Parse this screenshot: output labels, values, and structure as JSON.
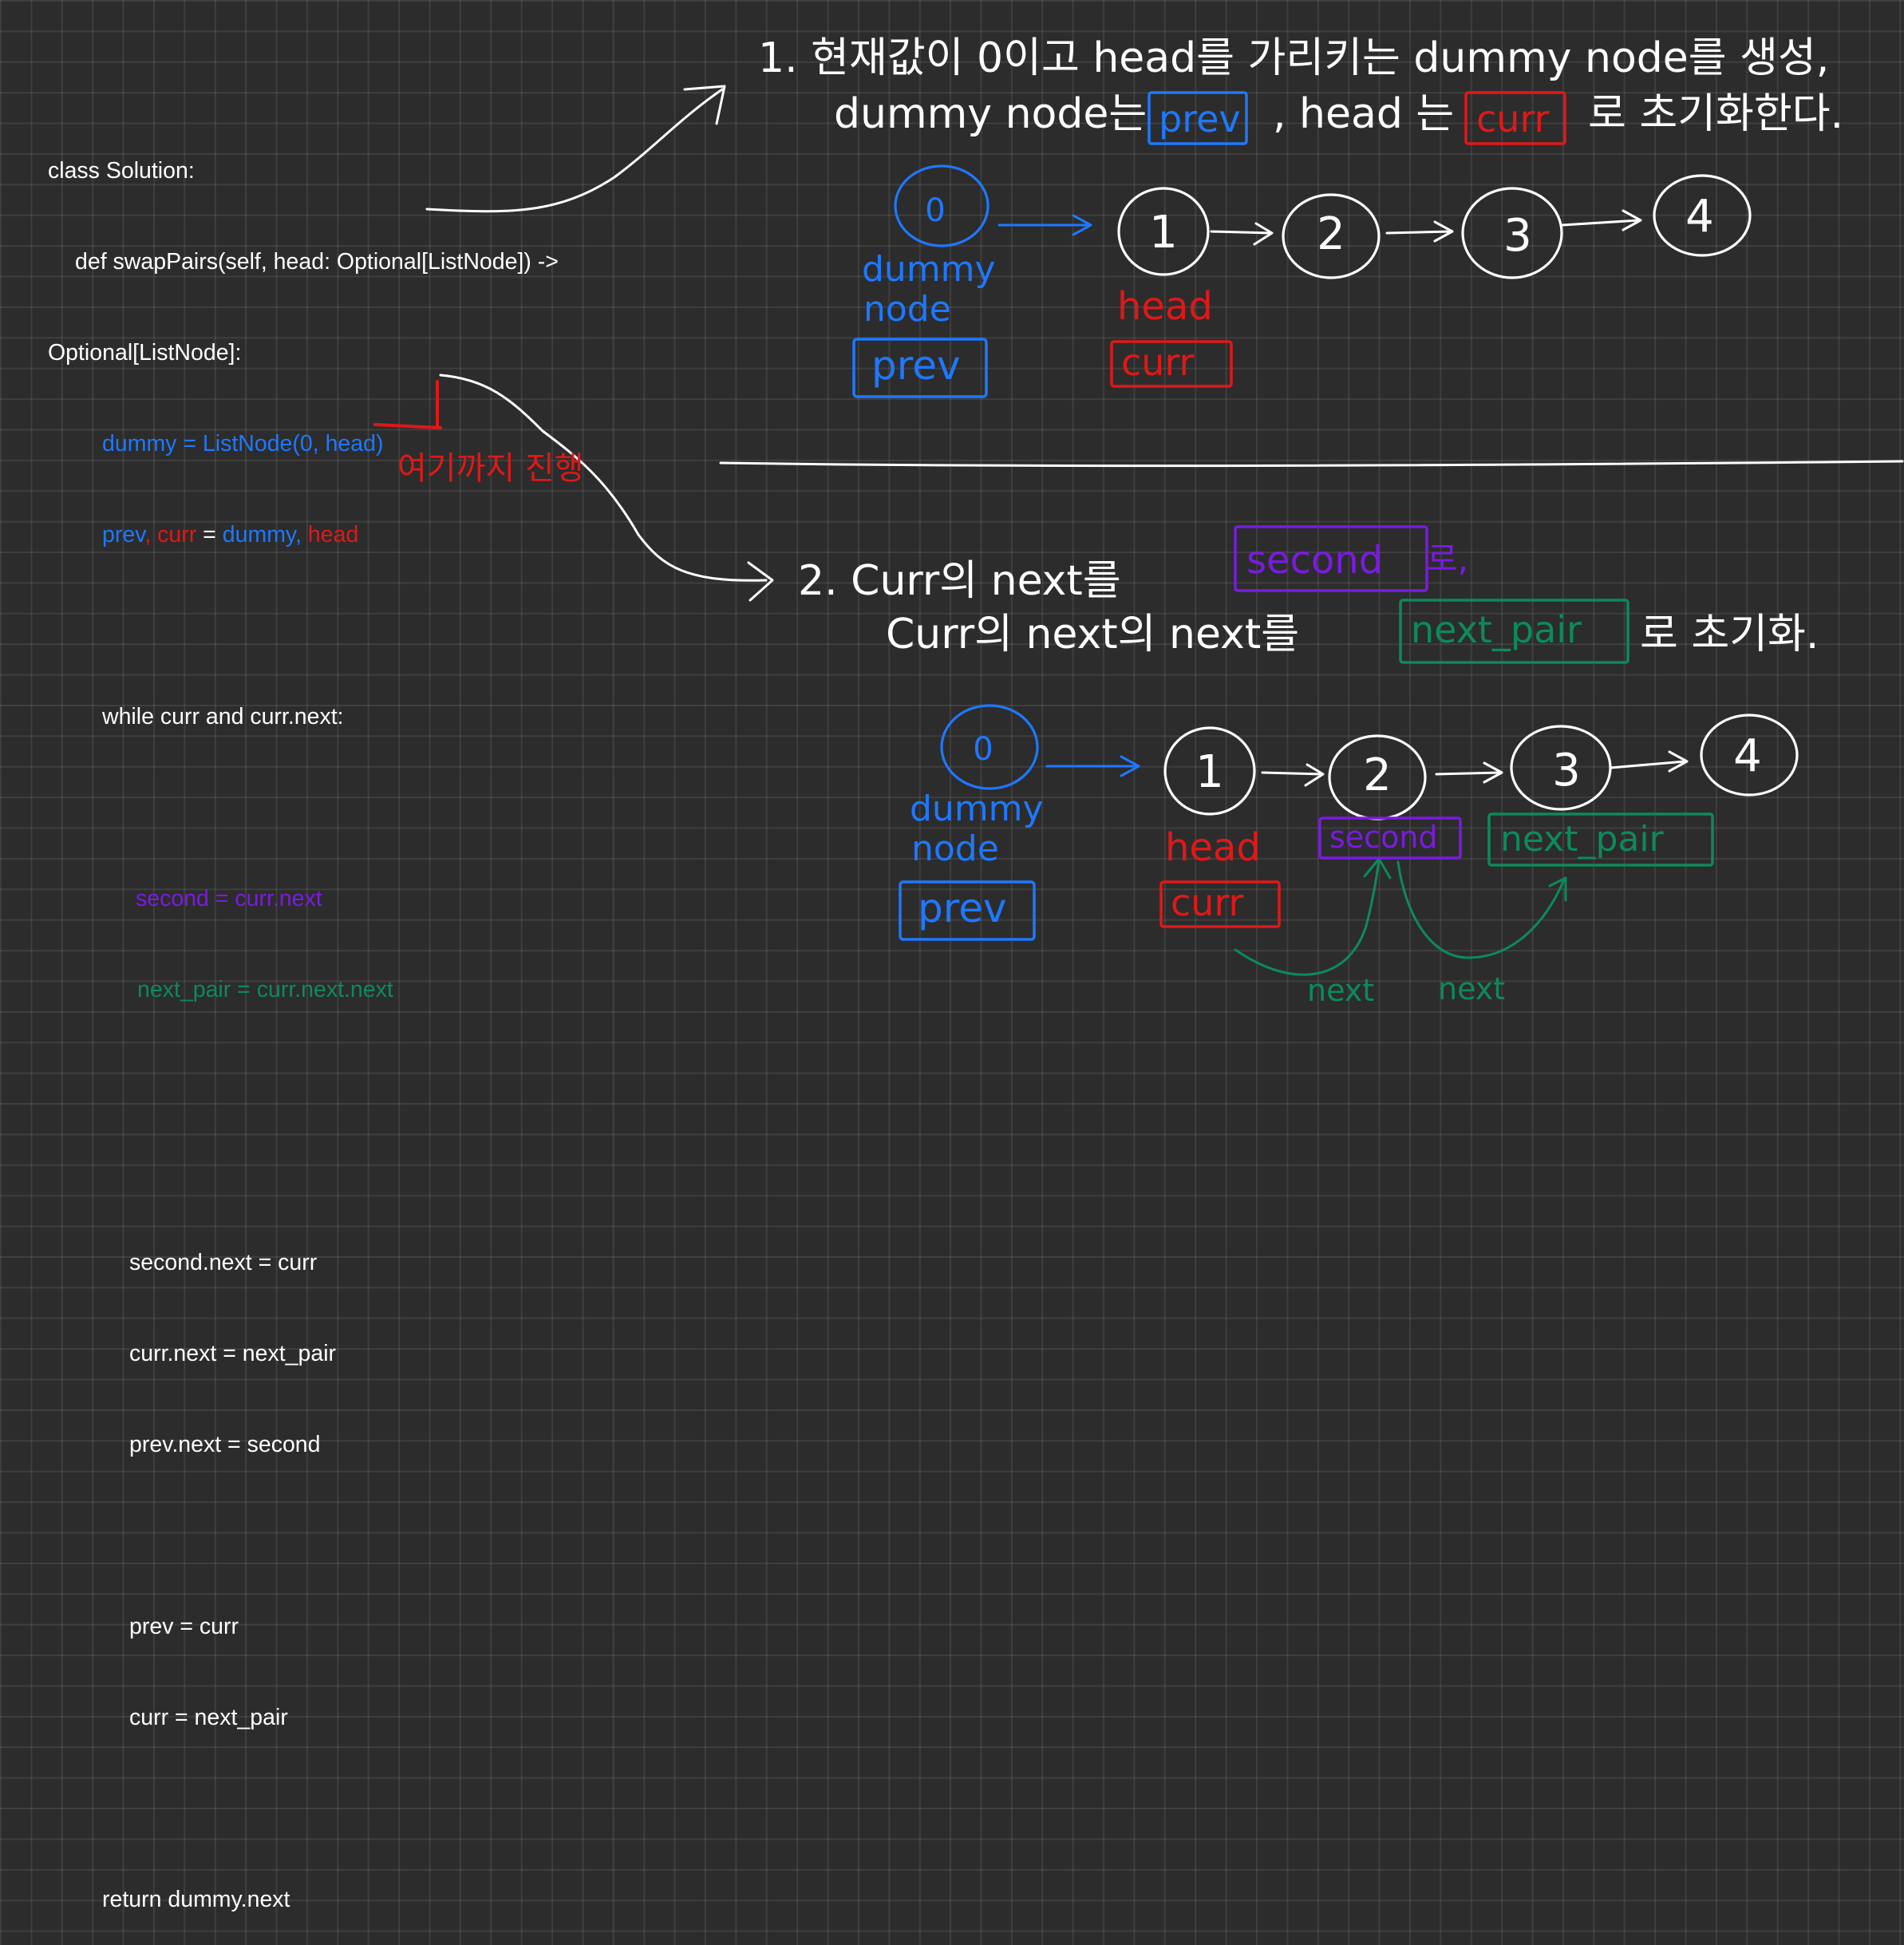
{
  "code": {
    "line1": "class Solution:",
    "line2": "def swapPairs(self, head: Optional[ListNode]) ->",
    "line3": "Optional[ListNode]:",
    "dummy_line": "dummy = ListNode(0, head)",
    "prev_a": "prev",
    "prev_b": ", ",
    "prev_c": "curr",
    "prev_d": " = ",
    "prev_e": "dummy,",
    "prev_f": " head",
    "while_line": "while curr and curr.next:",
    "second_line": "second = curr.next",
    "next_pair_line": "next_pair = curr.next.next",
    "swap1": "second.next = curr",
    "swap2": "curr.next = next_pair",
    "swap3": "prev.next = second",
    "adv1": "prev = curr",
    "adv2": "curr = next_pair",
    "ret": "return dummy.next"
  },
  "annotation": {
    "korean_note": "여기까지 진행"
  },
  "step1": {
    "l1_a": "1. 현재값이 0이고 head를 가리키는 dummy node를 생성,",
    "l2_a": "dummy node는",
    "l2_prev": "prev",
    "l2_b": ",  head 는",
    "l2_curr": "curr",
    "l2_c": "로 초기화한다.",
    "nodes": [
      "0",
      "1",
      "2",
      "3",
      "4"
    ],
    "dummy_label": [
      "dummy",
      "node"
    ],
    "prev_box": "prev",
    "head_label": "head",
    "curr_box": "curr"
  },
  "step2": {
    "l1_a": "2. Curr의 next를",
    "l1_second": "second",
    "l1_b": "로,",
    "l2_a": "Curr의 next의 next를",
    "l2_next_pair": "next_pair",
    "l2_b": "로 초기화.",
    "nodes": [
      "0",
      "1",
      "2",
      "3",
      "4"
    ],
    "dummy_label": [
      "dummy",
      "node"
    ],
    "prev_box": "prev",
    "head_label": "head",
    "curr_box": "curr",
    "second_box": "second",
    "next_pair_box": "next_pair",
    "next_a": "next",
    "next_b": "next"
  },
  "colors": {
    "blue": "#1e78ff",
    "red": "#e01818",
    "purple": "#7a1be0",
    "green": "#0d8a5a",
    "ink": "#ffffff"
  }
}
